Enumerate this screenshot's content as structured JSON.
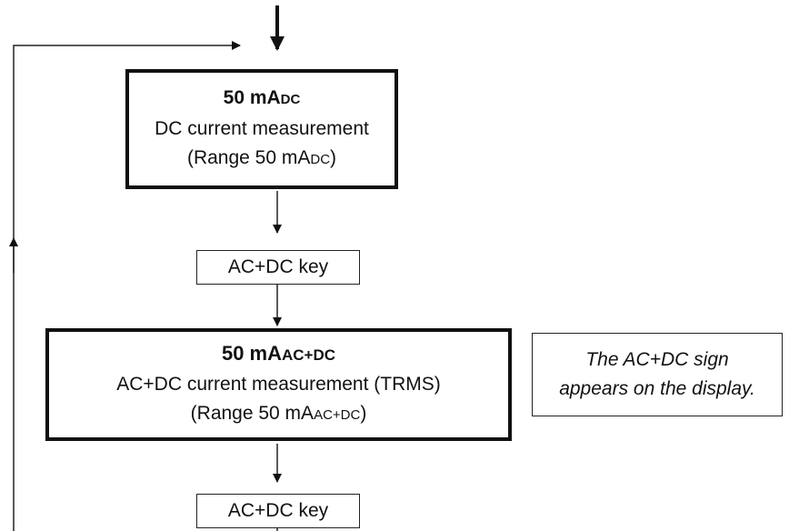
{
  "box1": {
    "title": "50 mA",
    "title_sub": "DC",
    "line1": "DC current measurement",
    "line2_pre": "(Range 50 mA",
    "line2_sub": "DC",
    "line2_post": ")"
  },
  "key1": {
    "label": "AC+DC key"
  },
  "box2": {
    "title": "50 mA",
    "title_sub": "AC+DC",
    "line1": "AC+DC current measurement (TRMS)",
    "line2_pre": "(Range 50 mA",
    "line2_sub": "AC+DC",
    "line2_post": ")"
  },
  "note": {
    "line1": "The AC+DC sign",
    "line2": "appears on the display."
  },
  "key2": {
    "label": "AC+DC key"
  }
}
